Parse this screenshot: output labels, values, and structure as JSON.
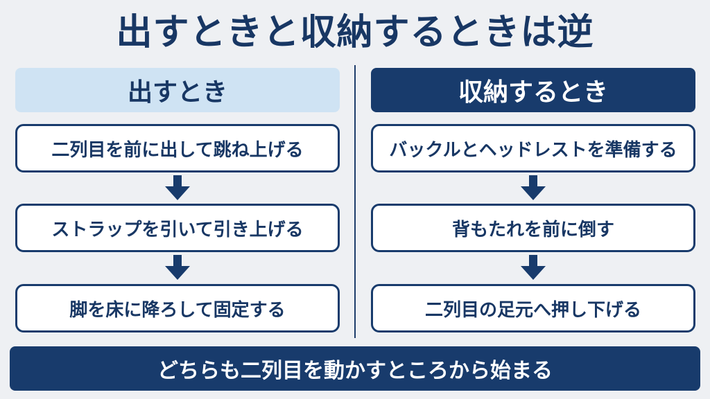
{
  "title": "出すときと収納するときは逆",
  "left": {
    "header": "出すとき",
    "steps": [
      "二列目を前に出して跳ね上げる",
      "ストラップを引いて引き上げる",
      "脚を床に降ろして固定する"
    ]
  },
  "right": {
    "header": "収納するとき",
    "steps": [
      "バックルとヘッドレストを準備する",
      "背もたれを前に倒す",
      "二列目の足元へ押し下げる"
    ]
  },
  "footer": "どちらも二列目を動かすところから始まる",
  "colors": {
    "navy": "#183b6c",
    "light_blue": "#cfe3f3",
    "background": "#eef0f3"
  },
  "icons": [
    "down-arrow-icon"
  ]
}
